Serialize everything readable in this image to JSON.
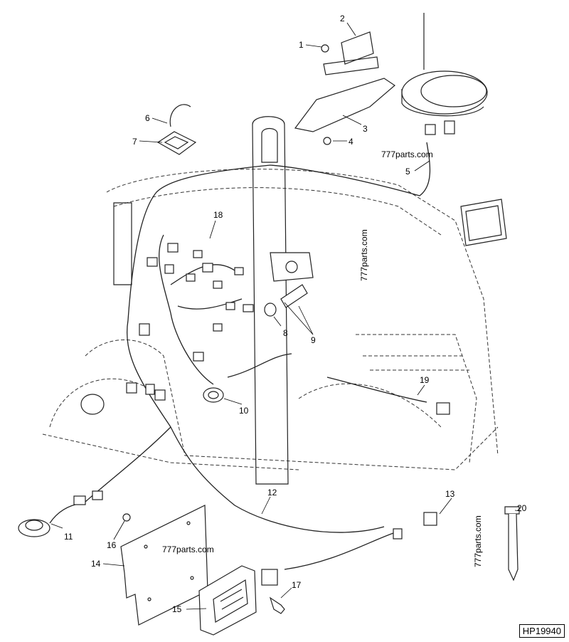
{
  "figure_ref": "HP19940",
  "watermarks": [
    "777parts.com",
    "777parts.com",
    "777parts.com",
    "777parts.com"
  ],
  "callouts": [
    "1",
    "2",
    "3",
    "4",
    "5",
    "6",
    "7",
    "8",
    "9",
    "10",
    "11",
    "12",
    "13",
    "14",
    "15",
    "16",
    "17",
    "18",
    "19",
    "20"
  ]
}
